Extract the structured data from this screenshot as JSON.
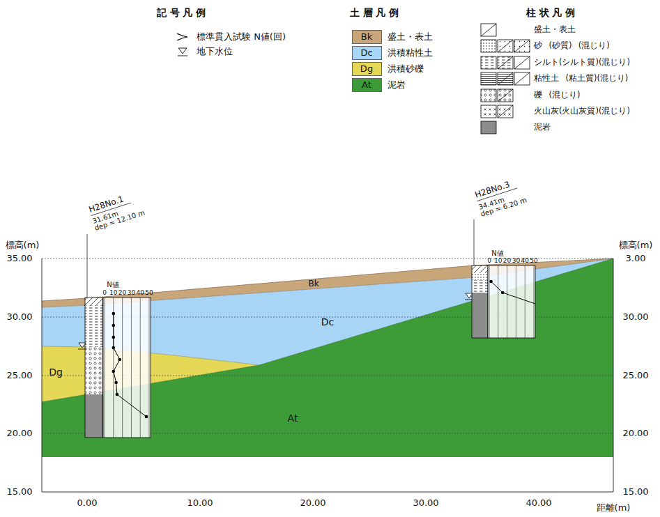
{
  "diagram": {
    "labels": [
      "記 号 凡 例",
      "土 層 凡 例",
      "柱 状 凡 例",
      "Bk",
      "Dc",
      "Dg",
      "At",
      "標高(m)",
      "標高(m)",
      "35.00",
      "30.00",
      "25.00",
      "20.00",
      "15.00",
      "3.00",
      "30.00",
      "25.00",
      "20.00",
      "15.00",
      "0.00",
      "10.00",
      "20.00",
      "30.00",
      "40.00",
      "距離(m)",
      "H28No.1",
      "31.61m",
      "dep = 12.10 m",
      "H28No.3",
      "34.41m",
      "dep = 6.20 m",
      "N値",
      "0",
      "10",
      "20",
      "30",
      "40",
      "50",
      "N値",
      "0",
      "10",
      "20",
      "30",
      "40",
      "50",
      "Bk",
      "Dc",
      "Dg",
      "At"
    ],
    "legend": [
      {
        "text": "標準貫入試験 N値(回)"
      },
      {
        "text": "地下水位"
      },
      {
        "text": "盛土・表土",
        "color": "#c8a67a"
      },
      {
        "text": "洪積粘性土",
        "color": "#a8d4f6"
      },
      {
        "text": "洪積砂礫",
        "color": "#e4d856"
      },
      {
        "text": "泥岩",
        "color": "#3e9c38"
      },
      {
        "text": "盛土・表土"
      },
      {
        "text": "砂 (砂質) (混じり)"
      },
      {
        "text": "シルト(シルト質)(混じり)"
      },
      {
        "text": "粘性土 (粘土質)(混じり)"
      },
      {
        "text": "礫 (混じり)"
      },
      {
        "text": "火山灰(火山灰質)(混じり)"
      },
      {
        "text": "泥岩"
      }
    ]
  }
}
